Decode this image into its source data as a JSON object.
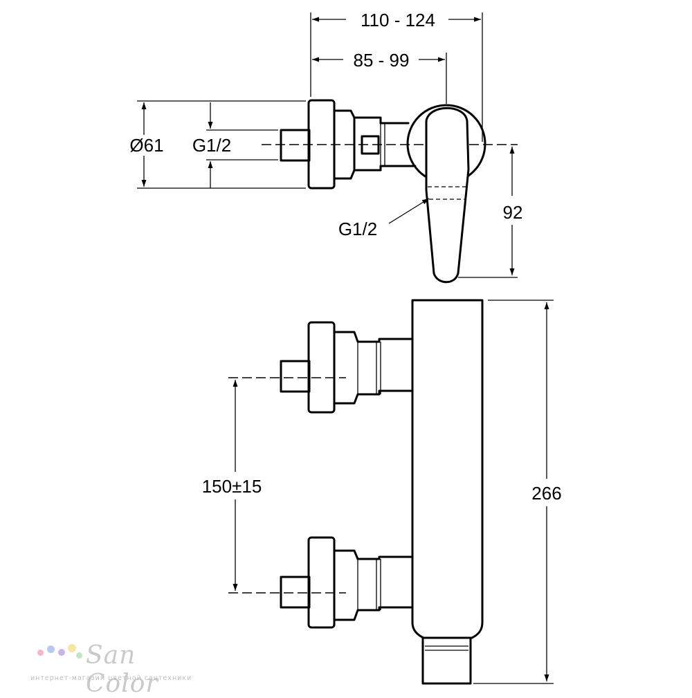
{
  "dimensions": {
    "overall_depth": "110 - 124",
    "handle_depth": "85 - 99",
    "flange_diameter": "Ø61",
    "inlet_thread": "G1/2",
    "outlet_thread": "G1/2",
    "handle_height": "92",
    "inlet_spacing": "150±15",
    "body_height": "266"
  },
  "logo": {
    "name": "San Color",
    "tagline": "интернет-магазин цветной сантехники",
    "dot_colors": [
      "#f6b6c6",
      "#b7c9f3",
      "#c9b3ec",
      "#f7e6a3",
      "#bfe7c2"
    ]
  }
}
